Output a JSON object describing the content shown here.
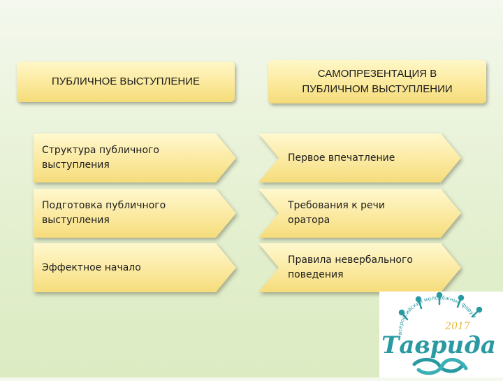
{
  "headers": {
    "left": "ПУБЛИЧНОЕ ВЫСТУПЛЕНИЕ",
    "right_line1": "САМОПРЕЗЕНТАЦИЯ В",
    "right_line2": "ПУБЛИЧНОМ ВЫСТУПЛЕНИИ"
  },
  "left_items": [
    {
      "line1": "Структура публичного",
      "line2": "выступления"
    },
    {
      "line1": "Подготовка публичного",
      "line2": "выступления"
    },
    {
      "line1": "Эффектное начало",
      "line2": ""
    }
  ],
  "right_items": [
    {
      "line1": "Первое впечатление",
      "line2": ""
    },
    {
      "line1": "Требования к речи",
      "line2": "оратора"
    },
    {
      "line1": "Правила невербального",
      "line2": "поведения"
    }
  ],
  "logo": {
    "name": "Таврида",
    "year": "2017",
    "arc_text": "всероссийский молодёжный форум",
    "primary_color": "#2a9aa2",
    "accent_color": "#e5b93d",
    "icon": "helm-knot-logo"
  }
}
